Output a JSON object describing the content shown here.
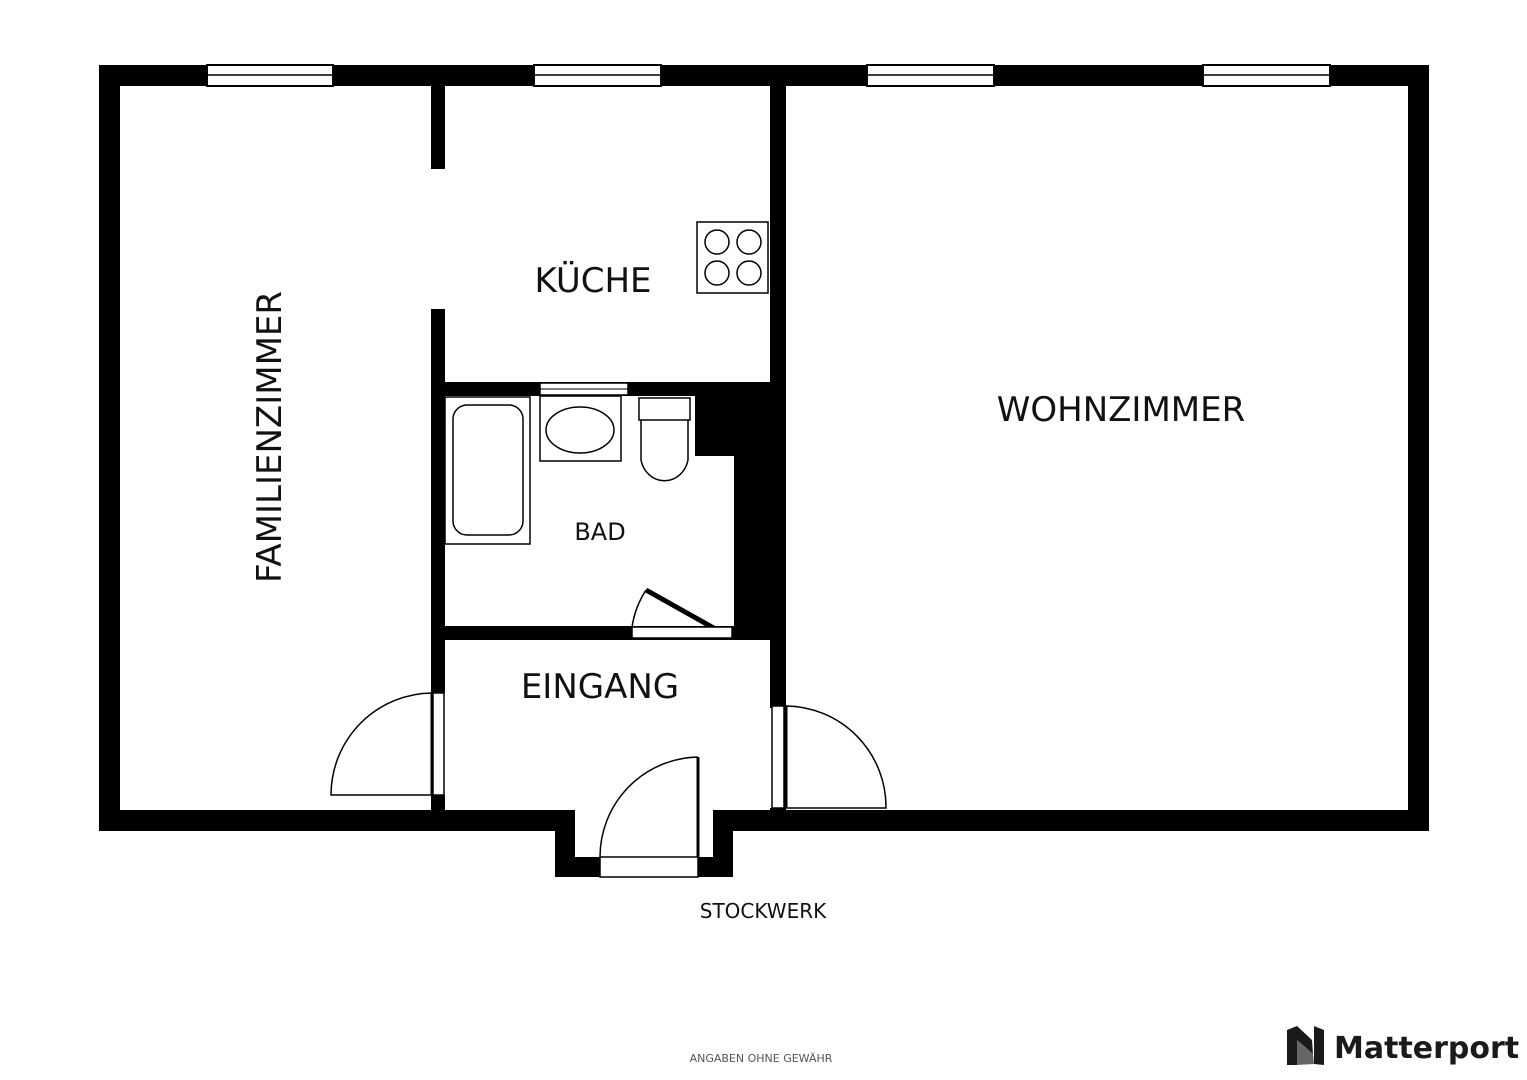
{
  "plan": {
    "rooms": {
      "familienzimmer": "FAMILIENZIMMER",
      "kueche": "KÜCHE",
      "wohnzimmer": "WOHNZIMMER",
      "bad": "BAD",
      "eingang": "EINGANG"
    },
    "floor_label": "STOCKWERK",
    "disclaimer": "ANGABEN OHNE GEWÄHR",
    "brand": "Matterport"
  },
  "colors": {
    "wall": "#000000",
    "background": "#ffffff",
    "text": "#111111"
  },
  "icons": [
    "matterport-logo-icon",
    "stove-icon",
    "bathtub-icon",
    "sink-icon",
    "toilet-icon",
    "door-swing-icon",
    "window-icon"
  ]
}
